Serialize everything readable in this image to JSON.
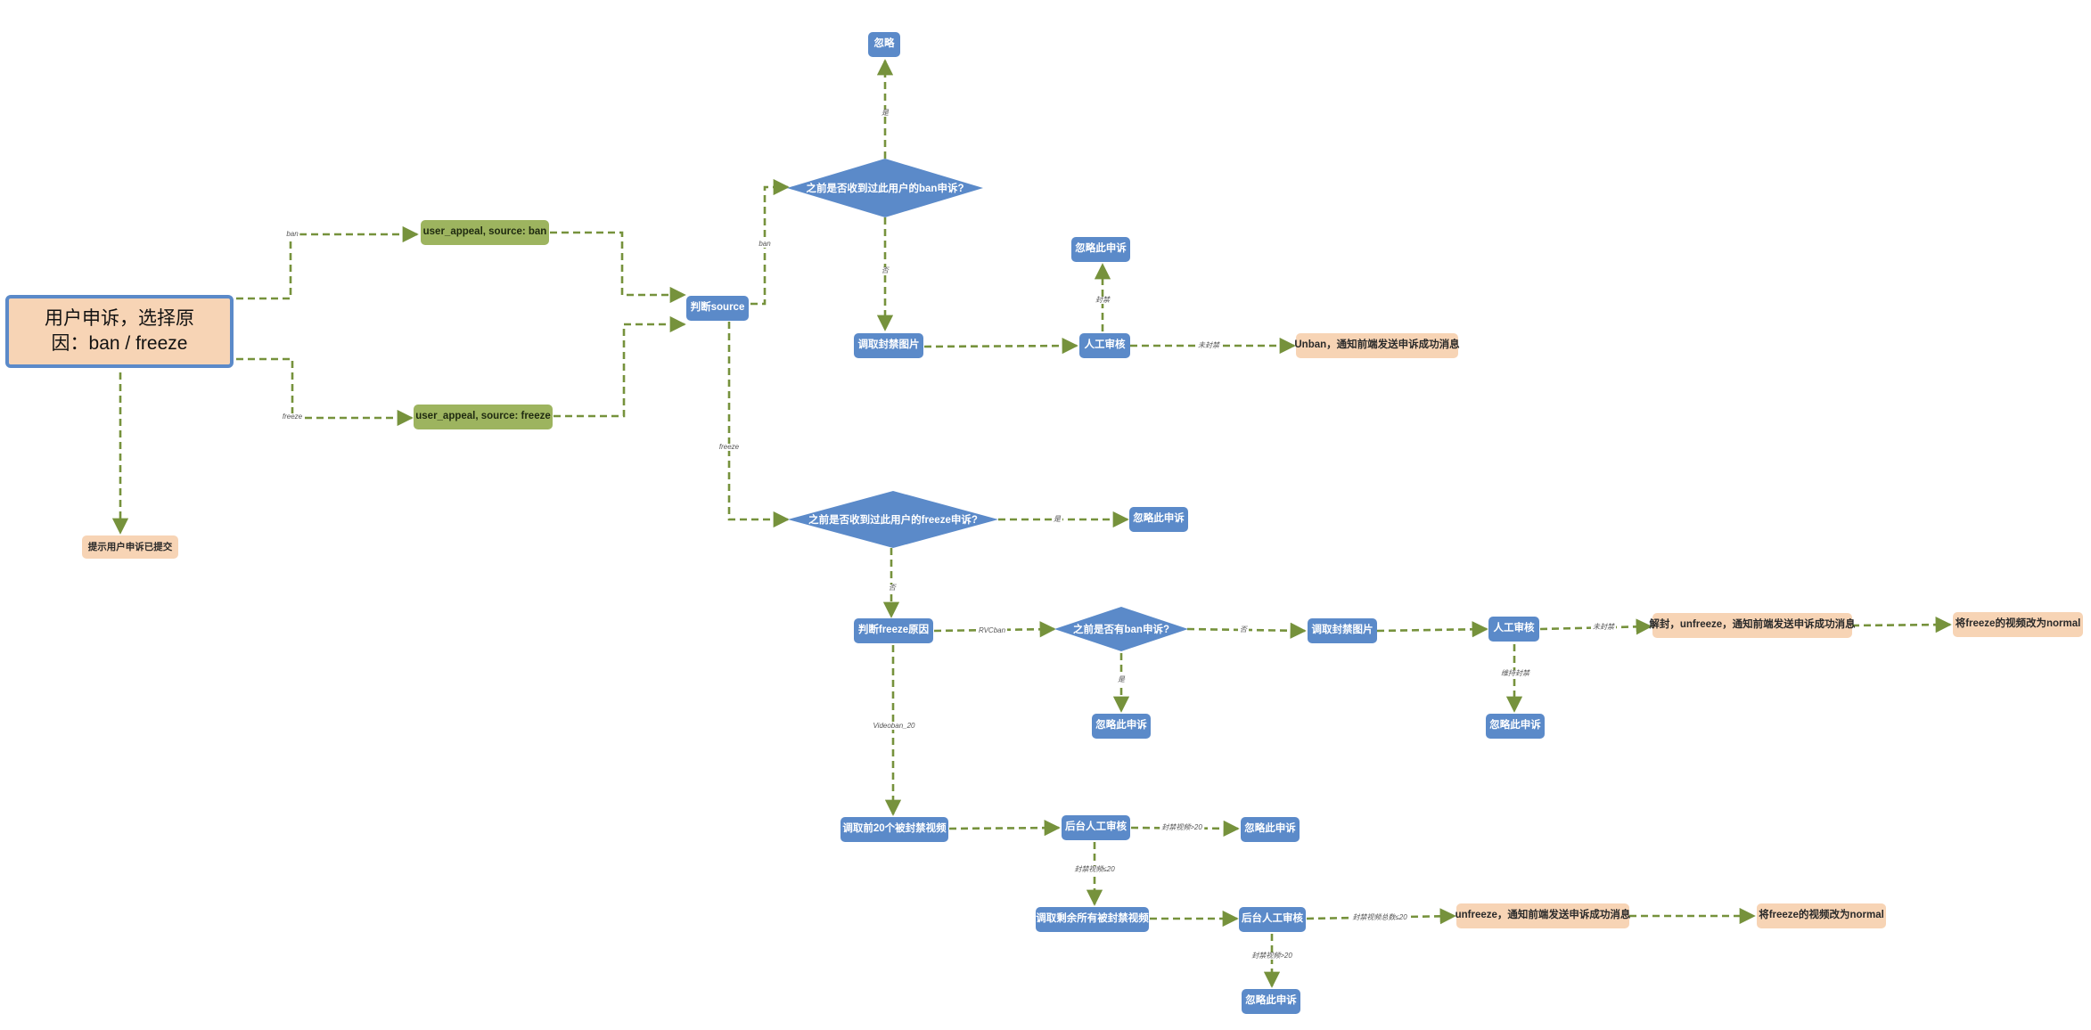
{
  "nodes": {
    "start": "用户申诉，选择原因：ban / freeze",
    "appeal_submitted": "提示用户申诉已提交",
    "appeal_ban": "user_appeal, source: ban",
    "appeal_freeze": "user_appeal, source: freeze",
    "judge_source": "判断source",
    "ban_received_before": "之前是否收到过此用户的ban申诉?",
    "ignore_top": "忽略",
    "fetch_ban_image": "调取封禁图片",
    "manual_review_ban": "人工审核",
    "ignore_appeal_ban": "忽略此申诉",
    "unban_notify": "Unban，通知前端发送申诉成功消息",
    "freeze_received_before": "之前是否收到过此用户的freeze申诉?",
    "ignore_freeze_dup": "忽略此申诉",
    "judge_freeze_reason": "判断freeze原因",
    "has_ban_appeal": "之前是否有ban申诉?",
    "ignore_has_ban": "忽略此申诉",
    "fetch_freeze_image": "调取封禁图片",
    "manual_review_freeze": "人工审核",
    "ignore_freeze_keep": "忽略此申诉",
    "unban_unfreeze_notify": "解封，unfreeze，通知前端发送申诉成功消息",
    "freeze_to_normal_1": "将freeze的视频改为normal",
    "fetch_top20": "调取前20个被封禁视频",
    "backend_review_1": "后台人工审核",
    "ignore_backend_1": "忽略此申诉",
    "fetch_remaining": "调取剩余所有被封禁视频",
    "backend_review_2": "后台人工审核",
    "ignore_backend_2": "忽略此申诉",
    "unfreeze_notify": "unfreeze，通知前端发送申诉成功消息",
    "freeze_to_normal_2": "将freeze的视频改为normal"
  },
  "edge_labels": {
    "ban": "ban",
    "freeze": "freeze",
    "src_ban": "ban",
    "src_freeze": "freeze",
    "ban_yes": "是",
    "ban_no": "否",
    "keep_ban": "封禁",
    "lift_ban": "未封禁",
    "freeze_yes": "是",
    "freeze_no": "否",
    "rvcban": "RVCban",
    "has_ban_yes": "是",
    "has_ban_no": "否",
    "lift_freeze": "未封禁",
    "keep_freeze": "维持封禁",
    "videoban20": "Videoban_20",
    "gt20_1": "封禁视频>20",
    "le20_1": "封禁视频≤20",
    "all_lt20": "封禁视频总数≤20",
    "gt20_2": "封禁视频>20"
  },
  "colors": {
    "edge": "#76923c",
    "blue_node": "#5b8ac9",
    "green_node": "#9db45f",
    "peach_node": "#f7d4b5"
  }
}
